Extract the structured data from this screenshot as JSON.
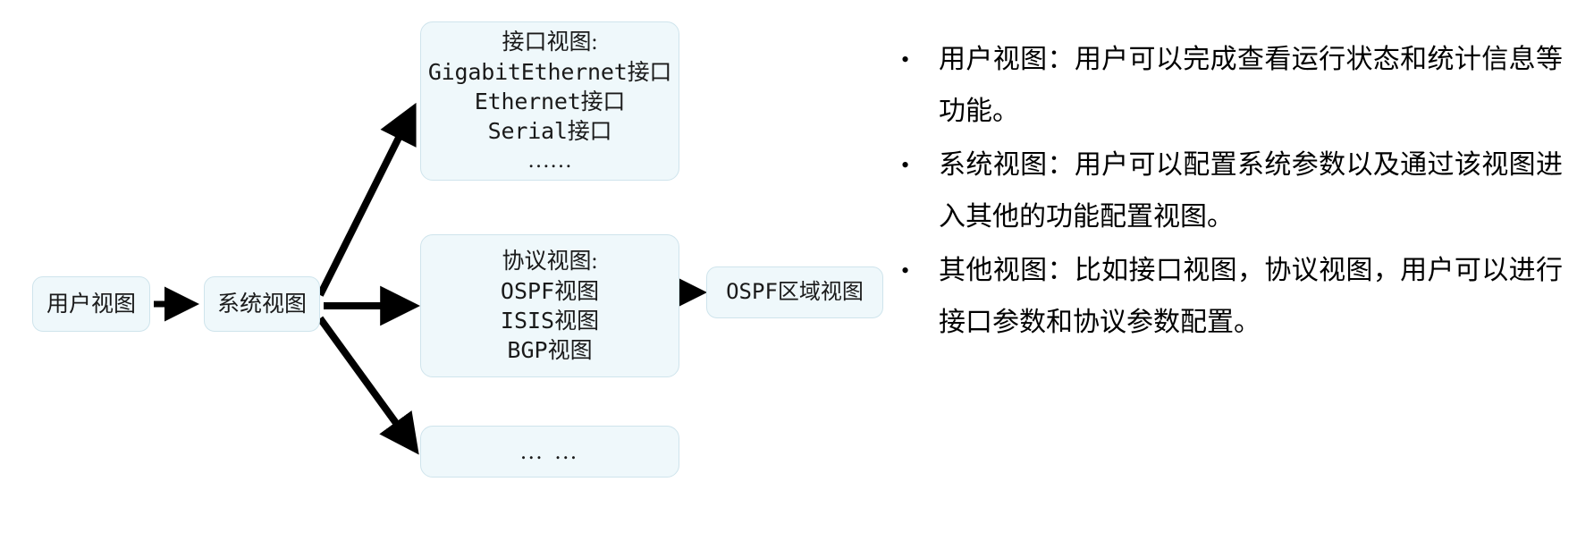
{
  "colors": {
    "node_fill": "#eff8fb",
    "node_border": "#cfe4ec",
    "arrow": "#000000",
    "text": "#1a1a1a",
    "background": "#ffffff"
  },
  "diagram": {
    "nodes": {
      "user_view": {
        "label": "用户视图"
      },
      "system_view": {
        "label": "系统视图"
      },
      "interface_view": {
        "title": "接口视图:",
        "items": [
          "GigabitEthernet接口",
          "Ethernet接口",
          "Serial接口",
          "……"
        ]
      },
      "protocol_view": {
        "title": "协议视图:",
        "items": [
          "OSPF视图",
          "ISIS视图",
          "BGP视图"
        ]
      },
      "other_view": {
        "label": "… …"
      },
      "ospf_area_view": {
        "label": "OSPF区域视图"
      }
    },
    "edges": [
      {
        "from": "user_view",
        "to": "system_view"
      },
      {
        "from": "system_view",
        "to": "interface_view"
      },
      {
        "from": "system_view",
        "to": "protocol_view"
      },
      {
        "from": "system_view",
        "to": "other_view"
      },
      {
        "from": "protocol_view",
        "to": "ospf_area_view"
      }
    ]
  },
  "bullets": [
    {
      "marker": "•",
      "text": "用户视图：用户可以完成查看运行状态和统计信息等功能。"
    },
    {
      "marker": "•",
      "text": "系统视图：用户可以配置系统参数以及通过该视图进入其他的功能配置视图。"
    },
    {
      "marker": "•",
      "text": "其他视图：比如接口视图，协议视图，用户可以进行接口参数和协议参数配置。"
    }
  ]
}
